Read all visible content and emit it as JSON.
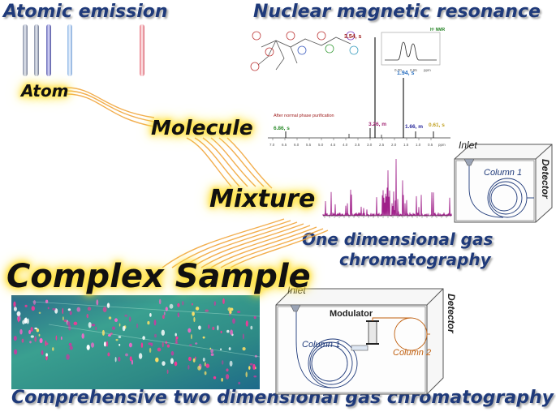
{
  "titles": {
    "atomic_emission": "Atomic emission",
    "nmr": "Nuclear magnetic resonance",
    "one_d_gc_line1": "One dimensional gas",
    "one_d_gc_line2": "chromatography",
    "gcxgc": "Comprehensive two dimensional gas chromatography"
  },
  "levels": {
    "atom": "Atom",
    "molecule": "Molecule",
    "mixture": "Mixture",
    "complex_sample": "Complex Sample"
  },
  "nmr": {
    "label": "H¹ NMR",
    "after_text": "After normal phase purification",
    "peaks": {
      "p354": "3.54, s",
      "p194": "1.94, s",
      "p686": "6.86, s",
      "p326": "3.26, m",
      "p166": "1.66, m",
      "p061": "0.61, s"
    },
    "inset_ticks": [
      "0.70",
      "0.65",
      "ppm"
    ],
    "axis_ticks": [
      "7.0",
      "6.5",
      "6.0",
      "5.5",
      "5.0",
      "4.5",
      "4.0",
      "3.5",
      "3.0",
      "2.5",
      "2.0",
      "1.5",
      "1.0",
      "0.5",
      "ppm"
    ]
  },
  "oned_instrument": {
    "inlet": "Inlet",
    "column": "Column 1",
    "detector": "Detector"
  },
  "twod_instrument": {
    "inlet": "Inlet",
    "modulator": "Modulator",
    "column1": "Column 1",
    "column2": "Column 2",
    "detector": "Detector"
  },
  "colors": {
    "title_blue": "#1f3a7a",
    "glow_yellow": "#ffe44a",
    "connector_orange": "#f0a030",
    "chromatogram_magenta": "#a0208a",
    "column2_orange": "#c06010"
  }
}
